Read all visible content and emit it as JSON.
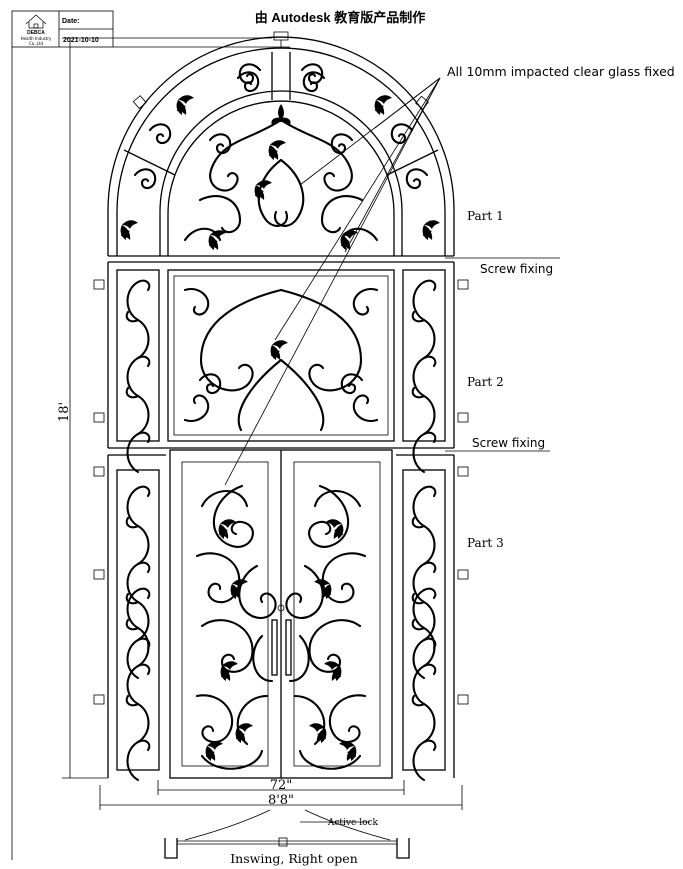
{
  "header": {
    "watermark": "由 Autodesk 教育版产品制作",
    "date_label": "Date:",
    "date_value": "2021-10-10",
    "logo_text": "DEBCA",
    "logo_caption_1": "Health Industry",
    "logo_caption_2": "Co.,Ltd"
  },
  "annotations": {
    "glass_note": "All 10mm impacted clear glass fixed",
    "part1": "Part 1",
    "part2": "Part 2",
    "part3": "Part 3",
    "screw_fixing_1": "Screw fixing",
    "screw_fixing_2": "Screw fixing"
  },
  "dimensions": {
    "height": "18'",
    "door_width": "72\"",
    "total_width": "8'8\""
  },
  "plan_view": {
    "active_lock": "Active lock",
    "swing_note": "Inswing, Right open"
  },
  "colors": {
    "line": "#000000",
    "background": "#ffffff"
  },
  "icons": [
    "house-logo-icon",
    "scroll-ornament-icon",
    "leaf-ornament-icon",
    "fleur-de-lis-icon",
    "handle-icon",
    "lock-icon"
  ]
}
